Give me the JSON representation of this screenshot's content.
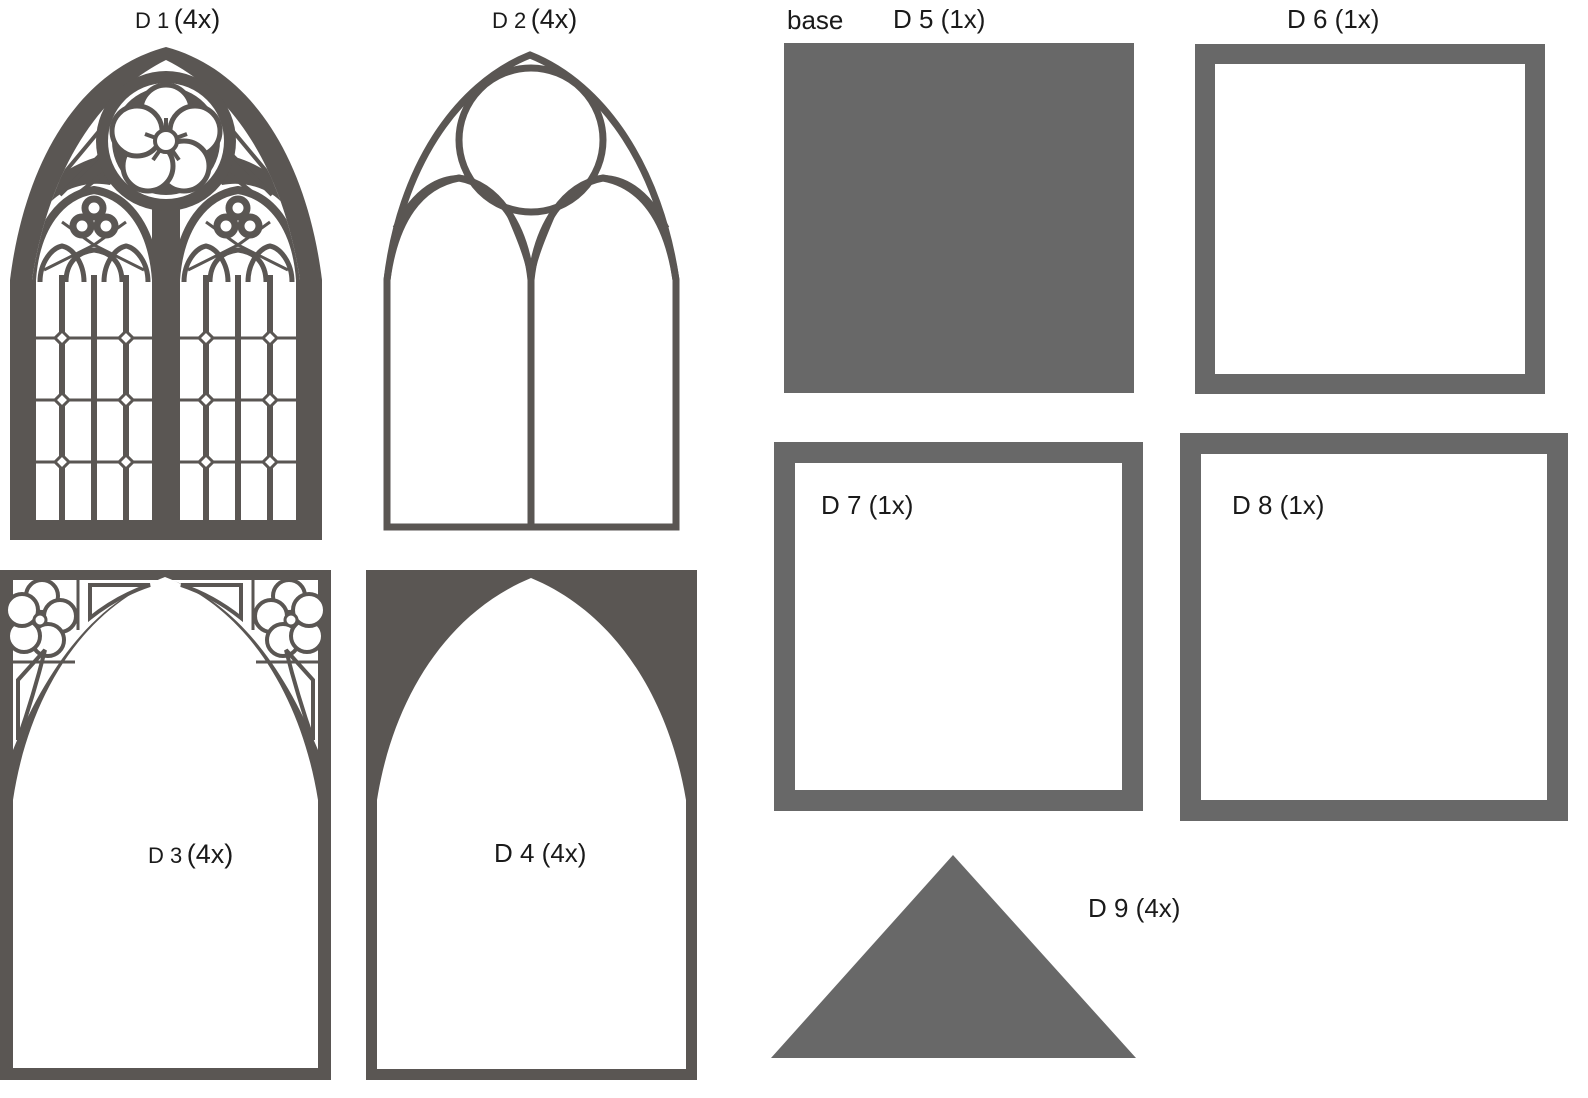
{
  "colors": {
    "dark": "#5a5653",
    "gray": "#686868",
    "background": "#ffffff",
    "text": "#1a1a1a"
  },
  "labels": {
    "d1": {
      "code": "D 1",
      "qty": "(4x)"
    },
    "d2": {
      "code": "D 2",
      "qty": "(4x)"
    },
    "base": "base",
    "d5": "D 5 (1x)",
    "d6": "D 6 (1x)",
    "d3": {
      "code": "D 3",
      "qty": "(4x)"
    },
    "d4": "D 4 (4x)",
    "d7": "D 7 (1x)",
    "d8": "D 8 (1x)",
    "d9": "D 9 (4x)"
  }
}
